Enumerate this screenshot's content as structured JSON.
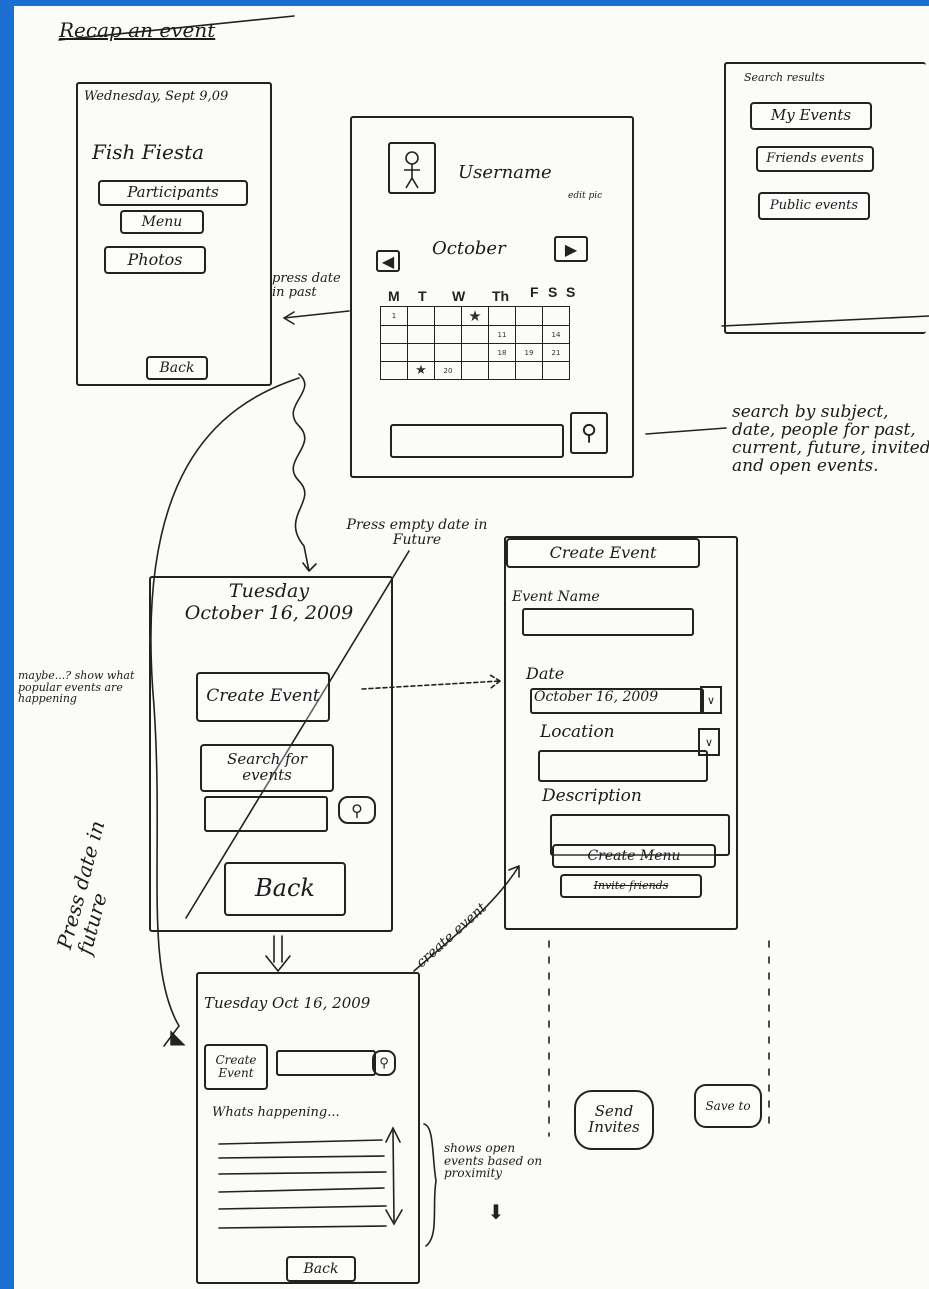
{
  "title": "Recap an event",
  "recap_screen": {
    "date": "Wednesday, Sept 9,09",
    "event_name": "Fish Fiesta",
    "buttons": [
      "Participants",
      "Menu",
      "Photos"
    ],
    "back_label": "Back"
  },
  "notes": {
    "press_date_past": "press date in past",
    "press_empty_future": "Press empty date in Future",
    "search_by": "search by subject, date, people for past, current, future, invited and open events.",
    "maybe_popular": "maybe...? show what popular events are happening",
    "press_date_future": "Press date in future",
    "create_event_arrow": "create event",
    "shows_open_events": "shows open events based on proximity"
  },
  "home_screen": {
    "username": "Username",
    "edit_pic": "edit pic",
    "month": "October",
    "weekdays": [
      "M",
      "T",
      "W",
      "Th",
      "F",
      "S",
      "S"
    ],
    "calendar": [
      [
        "1",
        "",
        "",
        "",
        "",
        "",
        ""
      ],
      [
        "",
        "",
        "",
        "",
        "11",
        "",
        "14"
      ],
      [
        "",
        "",
        "",
        "",
        "18",
        "19",
        "21"
      ],
      [
        "",
        "",
        "20",
        "",
        "",
        "",
        ""
      ]
    ]
  },
  "search_results": {
    "header": "Search results",
    "buttons": [
      "My Events",
      "Friends events",
      "Public events"
    ]
  },
  "empty_date_screen": {
    "day": "Tuesday",
    "date": "October 16, 2009",
    "create_label": "Create Event",
    "search_label": "Search for events",
    "back_label": "Back"
  },
  "create_screen": {
    "header": "Create Event",
    "event_name_label": "Event Name",
    "date_label": "Date",
    "date_value": "October 16, 2009",
    "location_label": "Location",
    "description_label": "Description",
    "create_menu_label": "Create Menu",
    "invite_label": "Invite friends",
    "send_label": "Send Invites",
    "save_label": "Save to"
  },
  "day_screen": {
    "date": "Tuesday Oct 16, 2009",
    "create_label": "Create Event",
    "whats_happening": "Whats happening...",
    "back_label": "Back"
  }
}
